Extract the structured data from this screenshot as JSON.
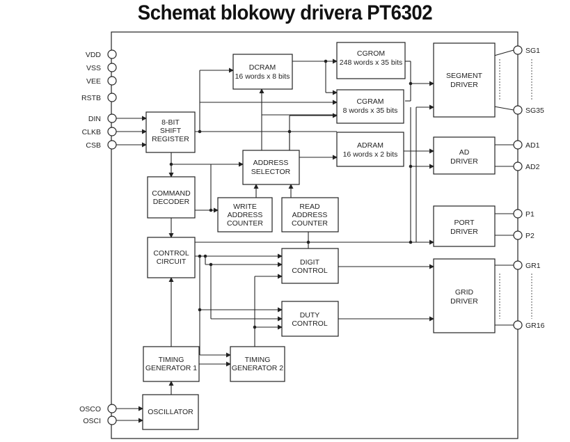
{
  "title": "Schemat blokowy drivera PT6302",
  "pins_left": [
    "VDD",
    "VSS",
    "VEE",
    "RSTB",
    "DIN",
    "CLKB",
    "CSB",
    "OSCO",
    "OSCI"
  ],
  "pins_right": [
    "SG1",
    "SG35",
    "AD1",
    "AD2",
    "P1",
    "P2",
    "GR1",
    "GR16"
  ],
  "blocks": {
    "dcram": [
      "DCRAM",
      "16 words x 8 bits"
    ],
    "cgrom": [
      "CGROM",
      "248 words x 35 bits"
    ],
    "cgram": [
      "CGRAM",
      "8 words x 35 bits"
    ],
    "adram": [
      "ADRAM",
      "16 words x 2 bits"
    ],
    "segment_driver": [
      "SEGMENT",
      "DRIVER"
    ],
    "ad_driver": [
      "AD",
      "DRIVER"
    ],
    "port_driver": [
      "PORT",
      "DRIVER"
    ],
    "grid_driver": [
      "GRID",
      "DRIVER"
    ],
    "shift_register": [
      "8-BIT",
      "SHIFT",
      "REGISTER"
    ],
    "address_selector": [
      "ADDRESS",
      "SELECTOR"
    ],
    "command_decoder": [
      "COMMAND",
      "DECODER"
    ],
    "write_address_counter": [
      "WRITE",
      "ADDRESS",
      "COUNTER"
    ],
    "read_address_counter": [
      "READ",
      "ADDRESS",
      "COUNTER"
    ],
    "control_circuit": [
      "CONTROL",
      "CIRCUIT"
    ],
    "digit_control": [
      "DIGIT",
      "CONTROL"
    ],
    "duty_control": [
      "DUTY",
      "CONTROL"
    ],
    "timing_generator_1": [
      "TIMING",
      "GENERATOR 1"
    ],
    "timing_generator_2": [
      "TIMING",
      "GENERATOR 2"
    ],
    "oscillator": [
      "OSCILLATOR"
    ]
  }
}
